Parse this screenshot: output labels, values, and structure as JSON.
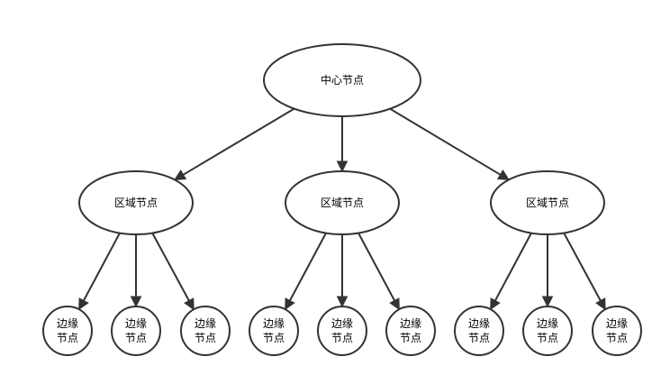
{
  "diagram": {
    "root": {
      "id": "center",
      "label": "中心节点"
    },
    "regions": [
      {
        "id": "region-1",
        "label": "区域节点",
        "parent": "center",
        "children": [
          {
            "id": "edge-1-1",
            "label_line1": "边缘",
            "label_line2": "节点"
          },
          {
            "id": "edge-1-2",
            "label_line1": "边缘",
            "label_line2": "节点"
          },
          {
            "id": "edge-1-3",
            "label_line1": "边缘",
            "label_line2": "节点"
          }
        ]
      },
      {
        "id": "region-2",
        "label": "区域节点",
        "parent": "center",
        "children": [
          {
            "id": "edge-2-1",
            "label_line1": "边缘",
            "label_line2": "节点"
          },
          {
            "id": "edge-2-2",
            "label_line1": "边缘",
            "label_line2": "节点"
          },
          {
            "id": "edge-2-3",
            "label_line1": "边缘",
            "label_line2": "节点"
          }
        ]
      },
      {
        "id": "region-3",
        "label": "区域节点",
        "parent": "center",
        "children": [
          {
            "id": "edge-3-1",
            "label_line1": "边缘",
            "label_line2": "节点"
          },
          {
            "id": "edge-3-2",
            "label_line1": "边缘",
            "label_line2": "节点"
          },
          {
            "id": "edge-3-3",
            "label_line1": "边缘",
            "label_line2": "节点"
          }
        ]
      }
    ]
  }
}
